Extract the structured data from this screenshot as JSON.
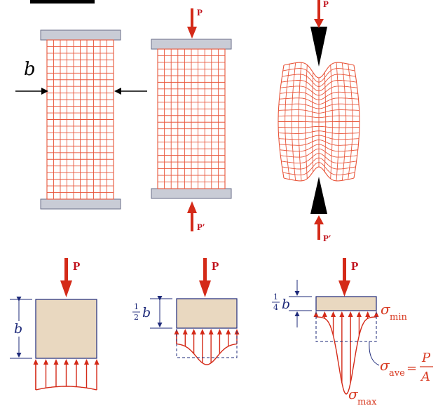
{
  "labels": {
    "b": "b",
    "P": "P",
    "P_prime": "P′",
    "half": "1",
    "half_den": "2",
    "quarter": "1",
    "quarter_den": "4",
    "sigma": "σ",
    "min": "min",
    "max": "max",
    "ave": "ave",
    "equals": "=",
    "frac_num": "P",
    "frac_den": "A"
  },
  "colors": {
    "grid": "#e8553a",
    "arrow_red": "#d42a18",
    "plate": "#c9ccd6",
    "plate_edge": "#6a6e88",
    "block": "#e9d8c0",
    "ink_blue": "#1e2a7a",
    "ink_red": "#d83a22",
    "black": "#000000"
  }
}
